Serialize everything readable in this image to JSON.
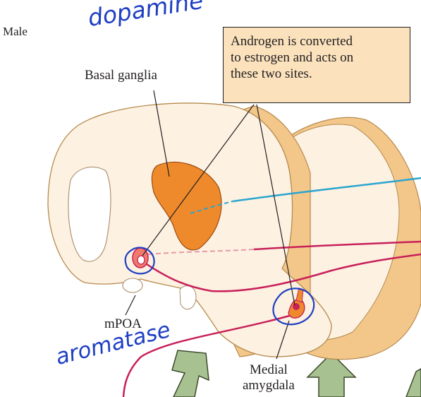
{
  "figure": {
    "sex_label": "Male",
    "callout_lines": [
      "Androgen is converted",
      "to estrogen and acts on",
      "these two sites."
    ],
    "labels": {
      "basal_ganglia": "Basal ganglia",
      "mpoa": "mPOA",
      "medial_amygdala": [
        "Medial",
        "amygdala"
      ]
    },
    "handwritten": {
      "top": "dopamine",
      "bottom": "aromatase"
    }
  },
  "colors": {
    "tissue": "#fdf1e2",
    "tissue_edge": "#f3c78a",
    "basal_ganglia": "#ef8a2c",
    "pathway_red": "#c8205a",
    "pathway_blue": "#2aa5cf",
    "arrow_green": "#a8c191",
    "ink": "#1f3fc2",
    "callout_bg": "#fbe2bd"
  }
}
